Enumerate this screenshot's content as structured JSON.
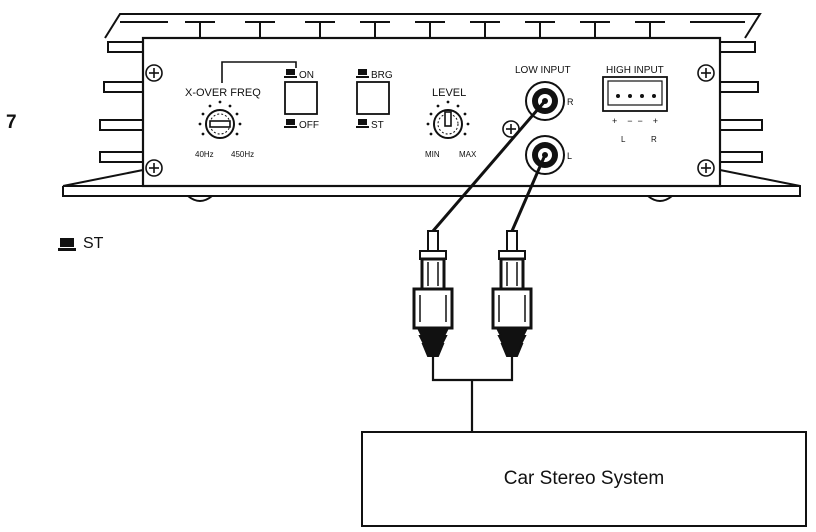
{
  "figure_number": "7",
  "legend": {
    "text": "ST",
    "icon": "pressed-button-icon"
  },
  "amplifier": {
    "xover_label": "X-OVER  FREQ",
    "xover_min": "40Hz",
    "xover_max": "450Hz",
    "switch_on": "ON",
    "switch_off": "OFF",
    "mode_brg": "BRG",
    "mode_st": "ST",
    "level_label": "LEVEL",
    "level_min": "MIN",
    "level_max": "MAX",
    "low_input_label": "LOW  INPUT",
    "jack_r": "R",
    "jack_l": "L",
    "high_input_label": "HIGH  INPUT",
    "high_input_terminals": "+    −  −    +",
    "high_input_l": "L",
    "high_input_r": "R"
  },
  "source": {
    "label": "Car Stereo System"
  },
  "colors": {
    "line": "#111111",
    "background": "#ffffff"
  }
}
